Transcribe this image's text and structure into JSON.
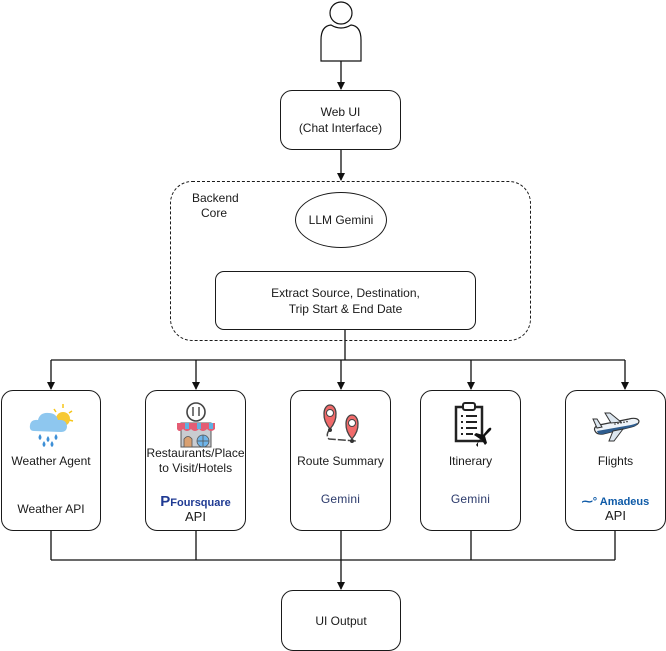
{
  "diagram": {
    "user": {
      "icon": "user-icon"
    },
    "web_ui": {
      "line1": "Web UI",
      "line2": "(Chat Interface)"
    },
    "backend": {
      "label_line1": "Backend",
      "label_line2": "Core",
      "llm": "LLM Gemini",
      "extract_line1": "Extract Source, Destination,",
      "extract_line2": "Trip Start & End Date"
    },
    "agents": [
      {
        "title": "Weather Agent",
        "icon": "weather-rain-sun-icon",
        "api": "Weather API"
      },
      {
        "title_line1": "Restaurants/Place",
        "title_line2": "to Visit/Hotels",
        "icon": "restaurant-storefront-icon",
        "api_brand": "Foursquare",
        "api_brand_mark": "P",
        "api": "API"
      },
      {
        "title": "Route Summary",
        "icon": "route-map-pins-icon",
        "api": "Gemini"
      },
      {
        "title": "Itinerary",
        "icon": "clipboard-flight-icon",
        "api": "Gemini"
      },
      {
        "title": "Flights",
        "icon": "airplane-icon",
        "api_brand": "Amadeus",
        "api": "API"
      }
    ],
    "output": {
      "label": "UI Output"
    }
  }
}
